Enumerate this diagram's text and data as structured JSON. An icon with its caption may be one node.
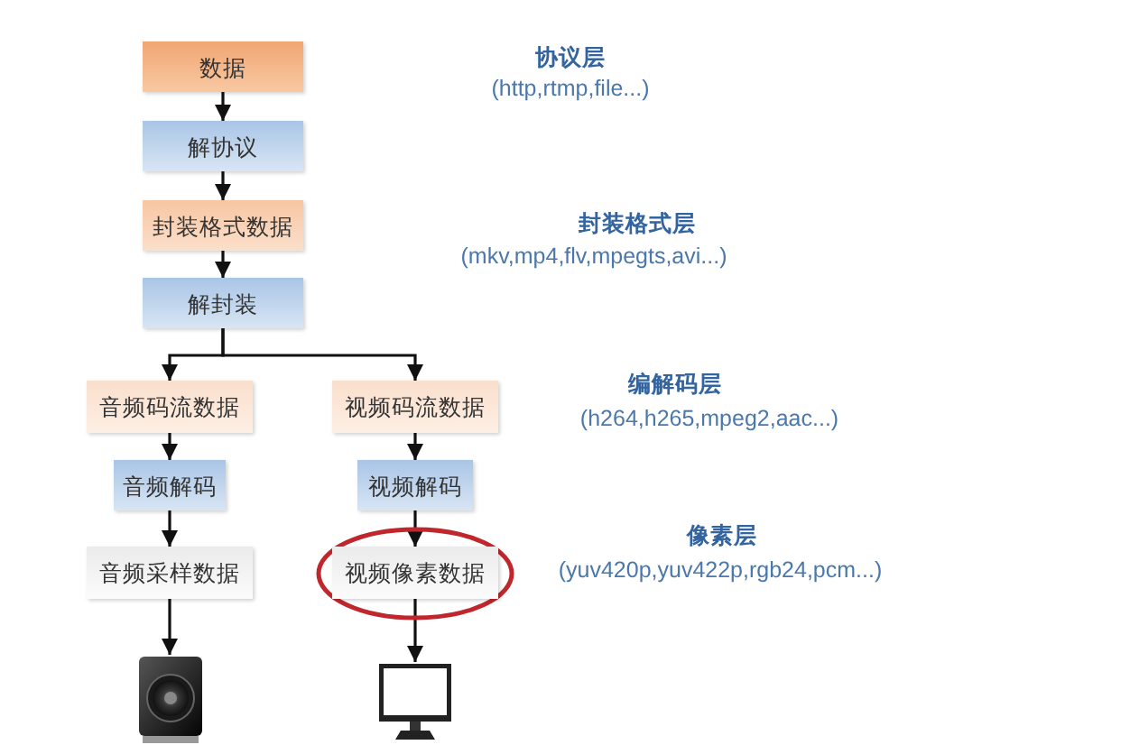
{
  "diagram": {
    "nodes": [
      {
        "text": [
          "数据"
        ]
      },
      {
        "text": [
          "解协议"
        ]
      },
      {
        "text": [
          "封装格式数据"
        ]
      },
      {
        "text": [
          "解封装"
        ]
      },
      {
        "text": [
          "音频码流数据"
        ]
      },
      {
        "text": [
          "视频码流数据"
        ]
      },
      {
        "text": [
          "音频解码"
        ]
      },
      {
        "text": [
          "视频解码"
        ]
      },
      {
        "text": [
          "音频采样数据"
        ]
      },
      {
        "text": [],
        "shape": "ellipse"
      },
      {
        "text": [
          "视频像素数据"
        ],
        "in": 9
      },
      {
        "text": [],
        "shape": "picture"
      },
      {
        "text": [],
        "shape": "picture"
      }
    ],
    "edges": [
      {
        "from": 0,
        "to": 1,
        "arrow": "to"
      },
      {
        "from": 1,
        "to": 2,
        "arrow": "to"
      },
      {
        "from": 2,
        "to": 3,
        "arrow": "to"
      },
      {
        "from": 3,
        "to": 4,
        "arrow": "to"
      },
      {
        "from": 3,
        "to": 5,
        "arrow": "to"
      },
      {
        "from": 4,
        "to": 6,
        "arrow": "to"
      },
      {
        "from": 5,
        "to": 7,
        "arrow": "to"
      },
      {
        "from": 6,
        "to": 8,
        "arrow": "to"
      },
      {
        "from": 7,
        "to": 10,
        "arrow": "to"
      },
      {
        "from": 8,
        "to": 11,
        "arrow": "to"
      },
      {
        "from": 10,
        "to": 12,
        "arrow": "to"
      }
    ],
    "labels": [
      "协议层",
      "(http,rtmp,file...)",
      "封装格式层",
      "(mkv,mp4,flv,mpegts,avi...)",
      "编解码层",
      "(h264,h265,mpeg2,aac...)",
      "像素层",
      "(yuv420p,yuv422p,rgb24,pcm...)"
    ]
  }
}
